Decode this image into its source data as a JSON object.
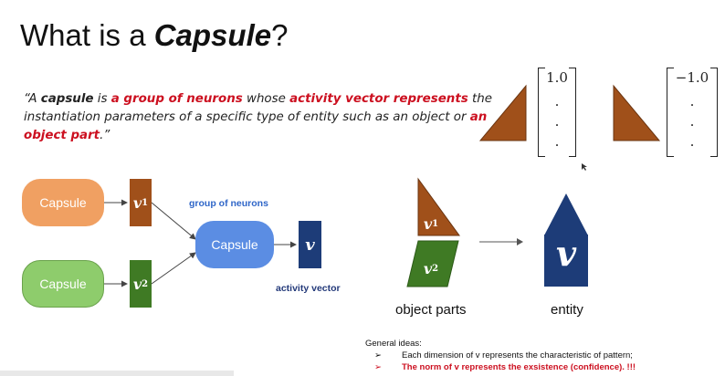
{
  "title": {
    "prefix": "What is a ",
    "emphasis": "Capsule",
    "suffix": "?"
  },
  "quote": {
    "open": "“A ",
    "capsule": "capsule",
    "is": " is ",
    "group": "a group of neurons",
    "whose": " whose ",
    "activity": "activity vector represents",
    "rest": " the instantiation parameters of a specific type of entity such as an object or ",
    "part": "an object part",
    "close": ".”"
  },
  "diagram": {
    "capsule_label": "Capsule",
    "v1": "v",
    "v1_sub": "1",
    "v2": "v",
    "v2_sub": "2",
    "v_out": "v",
    "group_label": "group of neurons",
    "activity_label": "activity vector"
  },
  "matrices": {
    "left": [
      "1.0",
      ".",
      ".",
      "."
    ],
    "right": [
      "−1.0",
      ".",
      ".",
      "."
    ]
  },
  "parts": {
    "v1": "v",
    "v1_sub": "1",
    "v2": "v",
    "v2_sub": "2",
    "entity_v": "v",
    "object_parts_label": "object parts",
    "entity_label": "entity"
  },
  "ideas": {
    "title": "General ideas:",
    "arrow": "➢",
    "item1": "Each dimension of v represents the characteristic of pattern;",
    "item2": "The norm of v represents the exsistence (confidence). !!!"
  },
  "colors": {
    "brown": "#a0501a",
    "green": "#3f7a24",
    "navy": "#1d3c78",
    "orange_capsule": "#f0a062",
    "green_capsule": "#8ecc6c",
    "blue_capsule": "#5b8de3",
    "red_text": "#cc1020"
  }
}
